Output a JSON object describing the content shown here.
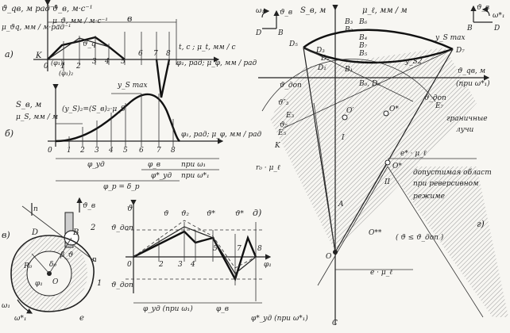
{
  "panel_a": {
    "letter": "а)",
    "y_axis_top": "ϑ_qв, м рад⁻¹",
    "y_axis_top2": "ϑ_в, м·с⁻¹",
    "mu_left": "μ_ϑq, мм / м·рад⁻¹",
    "mu_right": "μ_ϑ, мм / м·с⁻¹",
    "dim_b": "в",
    "t_axis": "t, c ; μ_t, мм / c",
    "phi_axis": "φ₁, рад; μ_φ, мм / рад",
    "vqmax": "ϑ_q",
    "K": "K",
    "phi1_1": "(φ₁)₁",
    "phi1_2": "(φ₁)₂",
    "ticks": [
      "0",
      "1",
      "2",
      "3",
      "4",
      "5",
      "6",
      "7",
      "8"
    ]
  },
  "panel_b": {
    "letter": "б)",
    "y_axis": "S_в, м",
    "mu": "μ_S, мм / м",
    "ys_max": "y_S max",
    "ys_eq": "(y_S)₂=(S_в)₂·μ_S",
    "phi_axis": "φ₁, рад; μ_φ, мм / рад",
    "ticks": [
      "0",
      "1",
      "2",
      "3",
      "4",
      "5",
      "6",
      "7",
      "8"
    ],
    "phi_ud": "φ_уд",
    "phi_v": "φ_в",
    "phi_ud_star": "φ*_уд",
    "pri_w1": "при ω₁",
    "pri_w1_star": "при ω*₁",
    "phi_r": "φ_р = δ_р"
  },
  "panel_v": {
    "letter": "в)",
    "nn": "n",
    "n_lower": "n",
    "v_b": "ϑ_в",
    "label_2": "2",
    "label_1": "1",
    "D": "D",
    "B": "B",
    "beta": "β_ϑ",
    "R0": "R₀",
    "delta0": "δ₀",
    "phi1": "φ₁",
    "O": "O",
    "e": "e",
    "w1": "ω₁",
    "w1_star": "ω*₁"
  },
  "panel_d": {
    "letter": "д)",
    "title_v": "ϑ",
    "v_dop": "ϑ_доп",
    "v_dop_bottom": "ϑ_доп",
    "curves": [
      "ϑ",
      "ϑ₂",
      "ϑ*",
      "ϑ*"
    ],
    "ticks": [
      "0",
      "2",
      "3",
      "4",
      "5",
      "7",
      "8"
    ],
    "phi1": "φ₁",
    "phi_ud_bottom": "φ_уд (при ω₁)",
    "phi_v_bottom": "φ_в",
    "phi_ud_star_bottom": "φ*_уд (при ω*₁)"
  },
  "panel_g": {
    "letter": "г)",
    "sb_axis": "S_в, м",
    "mu_l": "μ_ℓ, мм / м",
    "vqb_axis": "ϑ_qв, м",
    "pri_w1_star": "(при ω*₁)",
    "ys_max": "y_S max",
    "ys2": "y_S2",
    "B_labels": [
      "B₁",
      "B₂",
      "B₃",
      "B₄",
      "B₅",
      "B₆",
      "B₇",
      "B₀, D₀"
    ],
    "D_labels": [
      "D₁",
      "D₂",
      "D₃",
      "D₅",
      "D₇"
    ],
    "E_labels": [
      "E₃",
      "E₅",
      "E₇"
    ],
    "v_dop": "ϑ_доп",
    "v_dop_right": "ϑ_доп",
    "v3": "ϑ″₃",
    "v5": "ϑ₅",
    "K": "K",
    "r0": "r₀ · μ_ℓ",
    "O_prime": "O′",
    "O_star": "O*",
    "O_star2": "O*",
    "O_dbl": "O**",
    "O": "O",
    "A": "A",
    "C": "C",
    "e_mu": "e · μ_ℓ",
    "e_star": "e* · μ_ℓ",
    "boundary_1": "граничные",
    "boundary_2": "лучи",
    "allowed_1": "допустимая област",
    "allowed_2": "при реверсивном",
    "allowed_3": "режиме",
    "condition": "( ϑ ≤ ϑ_доп )",
    "roman1": "I",
    "roman2": "II",
    "inset_left_D": "D",
    "inset_left_B": "B",
    "inset_left_w": "ω₁",
    "inset_left_v": "ϑ_в",
    "inset_right_v": "ϑ_в",
    "inset_right_w": "ω*₁",
    "inset_right_B": "B",
    "inset_right_D": "D"
  }
}
